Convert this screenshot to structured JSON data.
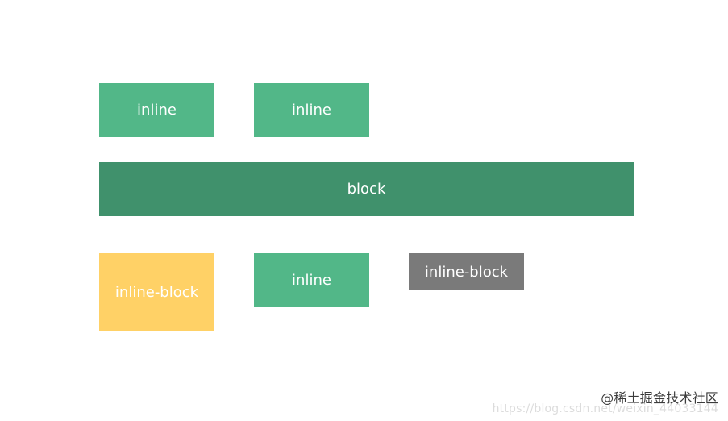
{
  "diagram": {
    "boxes": [
      {
        "label": "inline",
        "color": "#52b788"
      },
      {
        "label": "inline",
        "color": "#52b788"
      },
      {
        "label": "block",
        "color": "#40916c"
      },
      {
        "label": "inline-block",
        "color": "#ffd166"
      },
      {
        "label": "inline",
        "color": "#52b788"
      },
      {
        "label": "inline-block",
        "color": "#7a7a7a"
      }
    ]
  },
  "watermark": {
    "line1": "https://blog.csdn.net/weixin_44033144",
    "line2": "@稀土掘金技术社区"
  }
}
